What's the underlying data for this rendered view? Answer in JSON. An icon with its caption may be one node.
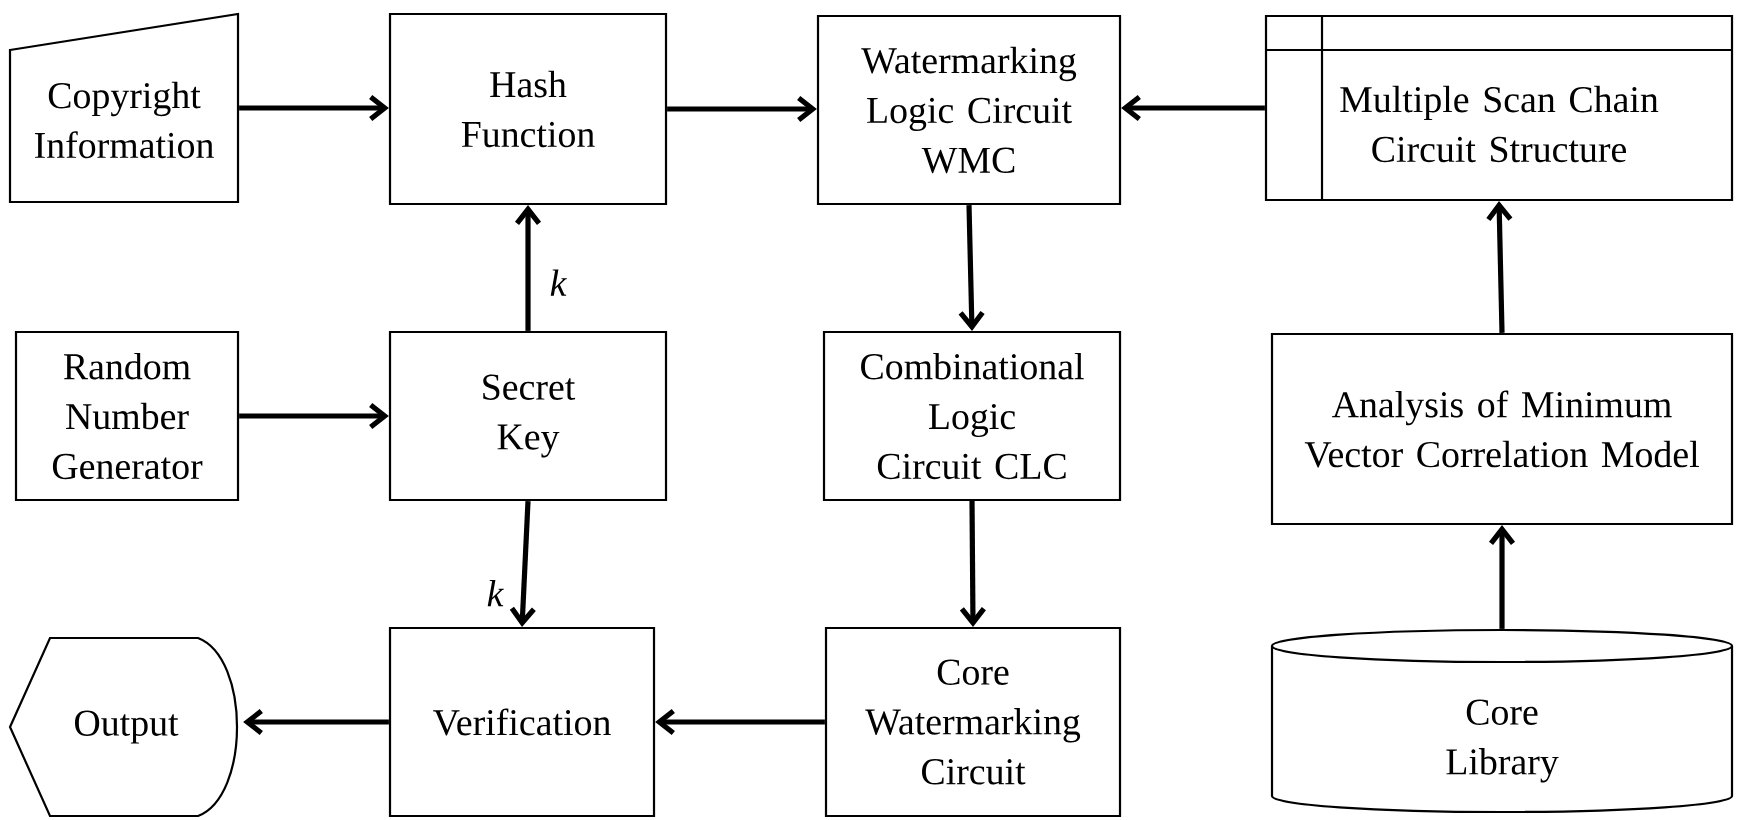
{
  "diagram": {
    "nodes": [
      {
        "text": [
          "Copyright Information"
        ]
      },
      {
        "text": [
          "Hash Function"
        ]
      },
      {
        "text": [
          "Watermarking Logic Circuit WMC"
        ]
      },
      {
        "text": [
          "Multiple Scan Chain Circuit Structure"
        ]
      },
      {
        "text": [
          "Random Number Generator"
        ]
      },
      {
        "text": [
          "Secret Key"
        ]
      },
      {
        "text": [
          "Combinational Logic Circuit CLC"
        ]
      },
      {
        "text": [
          "Analysis of Minimum Vector Correlation Model"
        ]
      },
      {
        "text": [
          "Output"
        ]
      },
      {
        "text": [
          "Verification"
        ]
      },
      {
        "text": [
          "Core Watermarking Circuit"
        ]
      },
      {
        "text": [
          "Core Library"
        ]
      }
    ],
    "edges": [
      {
        "from": 0,
        "to": 1,
        "arrow": "to"
      },
      {
        "from": 1,
        "to": 2,
        "arrow": "to"
      },
      {
        "from": 3,
        "to": 2,
        "arrow": "to"
      },
      {
        "from": 4,
        "to": 5,
        "arrow": "to"
      },
      {
        "from": 5,
        "to": 1,
        "arrow": "to",
        "label": "k"
      },
      {
        "from": 5,
        "to": 9,
        "arrow": "to",
        "label": "k"
      },
      {
        "from": 2,
        "to": 6,
        "arrow": "to"
      },
      {
        "from": 6,
        "to": 10,
        "arrow": "to"
      },
      {
        "from": 10,
        "to": 9,
        "arrow": "to"
      },
      {
        "from": 9,
        "to": 8,
        "arrow": "to"
      },
      {
        "from": 11,
        "to": 7,
        "arrow": "to"
      },
      {
        "from": 7,
        "to": 3,
        "arrow": "to"
      }
    ]
  }
}
